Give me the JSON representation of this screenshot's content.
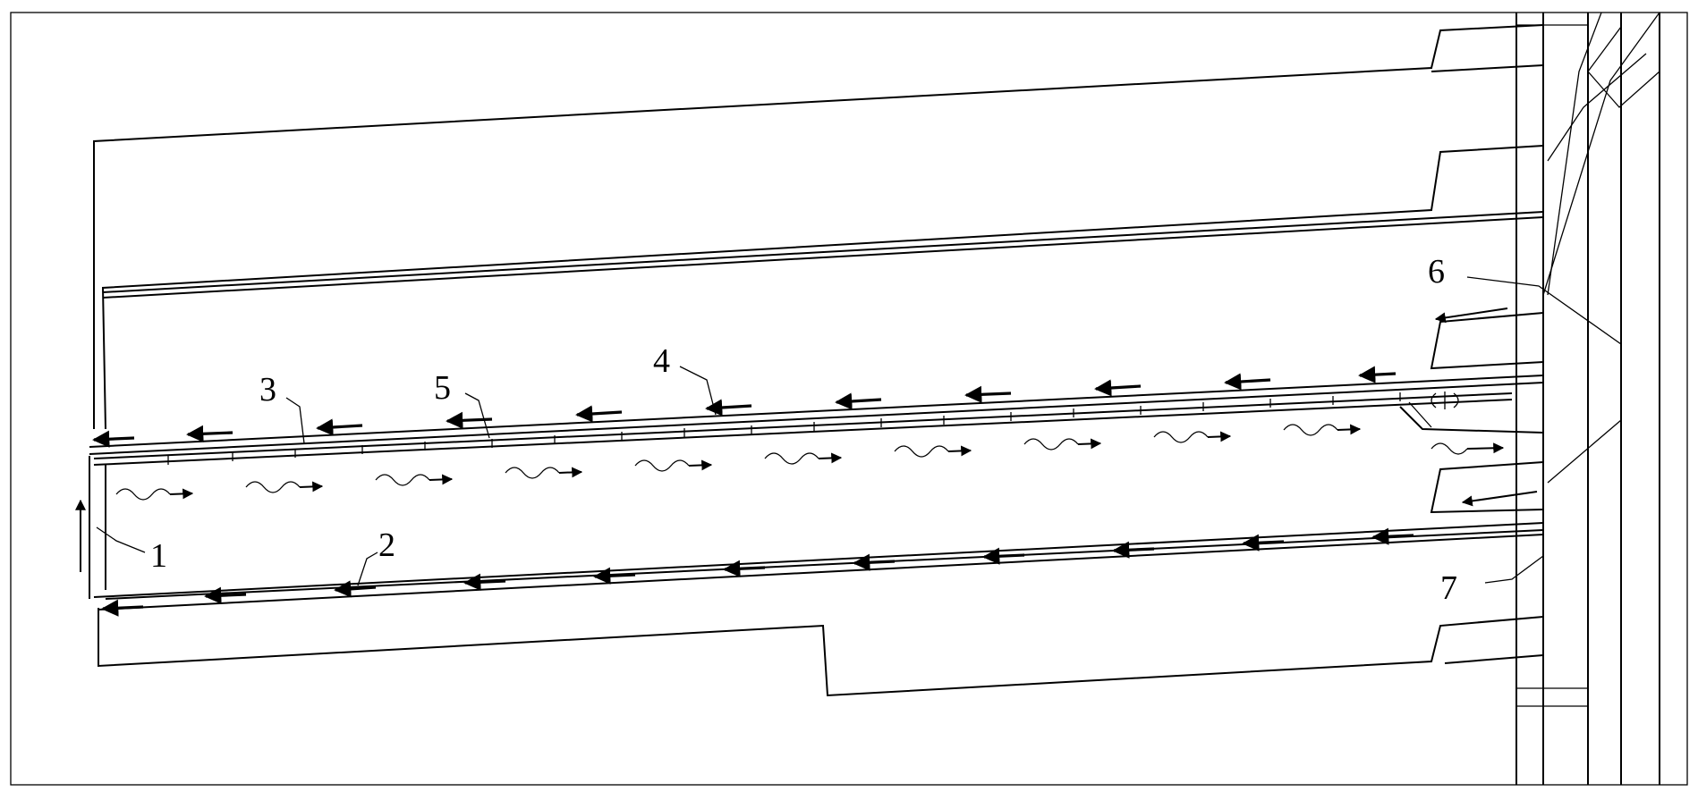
{
  "figure": {
    "labels": [
      {
        "id": "1",
        "text": "1"
      },
      {
        "id": "2",
        "text": "2"
      },
      {
        "id": "3",
        "text": "3"
      },
      {
        "id": "4",
        "text": "4"
      },
      {
        "id": "5",
        "text": "5"
      },
      {
        "id": "6",
        "text": "6"
      },
      {
        "id": "7",
        "text": "7"
      }
    ]
  }
}
